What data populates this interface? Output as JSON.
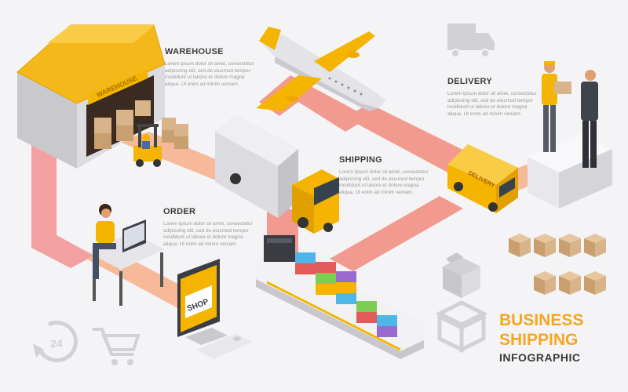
{
  "sections": {
    "warehouse": {
      "title": "WAREHOUSE",
      "body": "Lorem ipsum dolor sit amet, consectetur adipiscing elit, sed do eiusmod tempor incididunt ut labore et dolore magna aliqua. Ut enim ad minim veniam."
    },
    "delivery": {
      "title": "DELIVERY",
      "body": "Lorem ipsum dolor sit amet, consectetur adipiscing elit, sed do eiusmod tempor incididunt ut labore et dolore magna aliqua. Ut enim ad minim veniam."
    },
    "shipping": {
      "title": "SHIPPING",
      "body": "Lorem ipsum dolor sit amet, consectetur adipiscing elit, sed do eiusmod tempor incididunt ut labore et dolore magna aliqua. Ut enim ad minim veniam."
    },
    "order": {
      "title": "ORDER",
      "body": "Lorem ipsum dolor sit amet, consectetur adipiscing elit, sed do eiusmod tempor incididunt ut labore et dolore magna aliqua. Ut enim ad minim veniam."
    }
  },
  "signs": {
    "warehouse_sign": "WAREHOUSE",
    "truck_label": "DELIVERY",
    "shop_label": "SHOP",
    "clock_number": "24"
  },
  "headline": {
    "line1": "BUSINESS",
    "line2": "SHIPPING",
    "line3": "INFOGRAPHIC"
  },
  "colors": {
    "accent_yellow": "#f5b400",
    "path_pink": "#f08d8d",
    "path_orange": "#f6b99a",
    "headline_orange": "#f5a623",
    "box_tan": "#d9b48a",
    "icon_gray": "#d2d2d6"
  },
  "icons": [
    "delivery-truck-icon",
    "package-open-icon",
    "package-flat-icon",
    "shopping-cart-icon",
    "clock-24-icon",
    "cardboard-box-icon"
  ]
}
